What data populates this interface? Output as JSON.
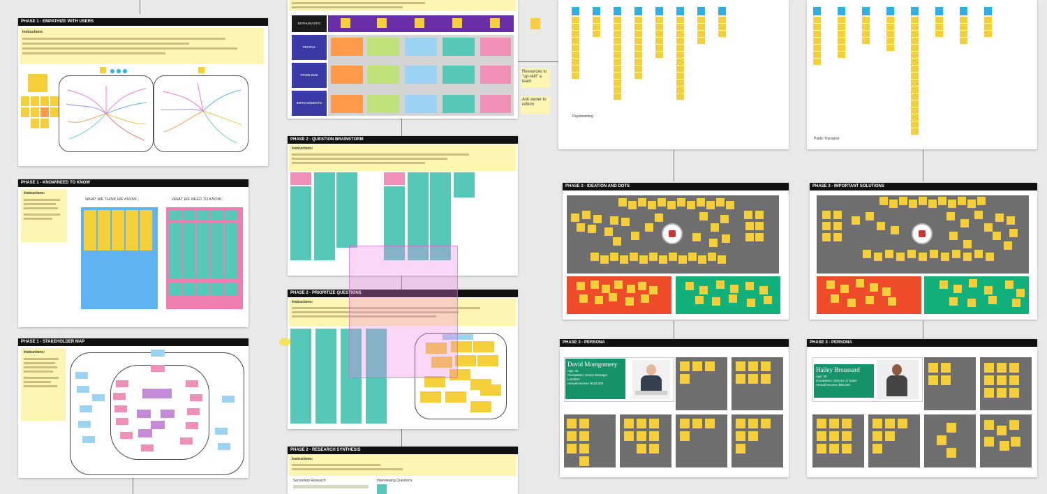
{
  "boards": {
    "empathy": {
      "title": "PHASE 1 - EMPATHIZE WITH USERS",
      "instructions": "Instructions:"
    },
    "know": {
      "title": "PHASE 1 - KNOW/NEED TO KNOW",
      "instructions": "Instructions:",
      "left_heading": "WHAT WE THINK WE KNOW...",
      "right_heading": "WHAT WE NEED TO KNOW..."
    },
    "stakeholder": {
      "title": "PHASE 1 - STAKEHOLDER MAP",
      "instructions": "Instructions:"
    },
    "matrix": {
      "rows": [
        "ENTHUSIASTIC",
        "PEOPLE",
        "PROBLEMS",
        "IMPROVEMENTS"
      ]
    },
    "questions1": {
      "title": "PHASE 2 - QUESTION BRAINSTORM",
      "instructions": "Instructions:"
    },
    "questions2": {
      "title": "PHASE 2 - PRIORITIZE QUESTIONS",
      "instructions": "Instructions:"
    },
    "research": {
      "title": "PHASE 2 - RESEARCH SYNTHESIS",
      "instructions": "Instructions:",
      "label_a": "Secondary Research",
      "label_b": "Interviewing Questions"
    },
    "floating_notes": {
      "a": "Resources to \"up-skill\" a team",
      "b": "Ask owner to reform"
    },
    "chart_left": {
      "label": "Daydreaming"
    },
    "chart_right": {
      "label": "Public Transport"
    },
    "affinity_left": {
      "title": "PHASE 3 - IDEATION AND DOTS"
    },
    "affinity_right": {
      "title": "PHASE 3 - IMPORTANT SOLUTIONS"
    },
    "persona_left": {
      "title": "PHASE 3 - PERSONA",
      "name": "David Montgomery",
      "lines": [
        "Age: 42",
        "Occupation: Senior Manager",
        "Location:",
        "Annual Income: $120,000"
      ]
    },
    "persona_right": {
      "title": "PHASE 3 - PERSONA",
      "name": "Hailey Broussard",
      "lines": [
        "Age: 29",
        "Occupation: Director of Sales",
        "Annual Income: $85,000"
      ]
    }
  },
  "colors": {
    "canvas": "#e9e9e9",
    "sticky_yellow": "#f5cf3a",
    "sticky_teal": "#56c8b8",
    "sticky_pink": "#f08fb8",
    "persona_green": "#16936a",
    "affinity_red": "#ee4b2b",
    "affinity_green": "#12b07a"
  }
}
